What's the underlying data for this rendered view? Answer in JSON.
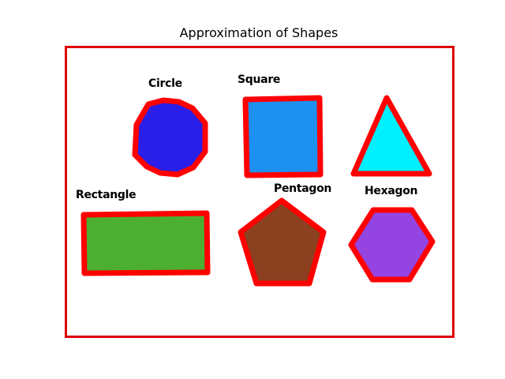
{
  "figure": {
    "title": "Approximation of Shapes"
  },
  "colors": {
    "outline": "#ff0000",
    "frame_outline": "#dd0000",
    "circle_fill": "#2a1fe8",
    "square_fill": "#1e90f0",
    "triangle_fill": "#00f0ff",
    "rectangle_fill": "#4caf32",
    "pentagon_fill": "#8b4020",
    "hexagon_fill": "#9444e0"
  },
  "shapes": {
    "circle": {
      "label": "Circle"
    },
    "square": {
      "label": "Square"
    },
    "triangle": {
      "label": ""
    },
    "rectangle": {
      "label": "Rectangle"
    },
    "pentagon": {
      "label": "Pentagon"
    },
    "hexagon": {
      "label": "Hexagon"
    }
  }
}
